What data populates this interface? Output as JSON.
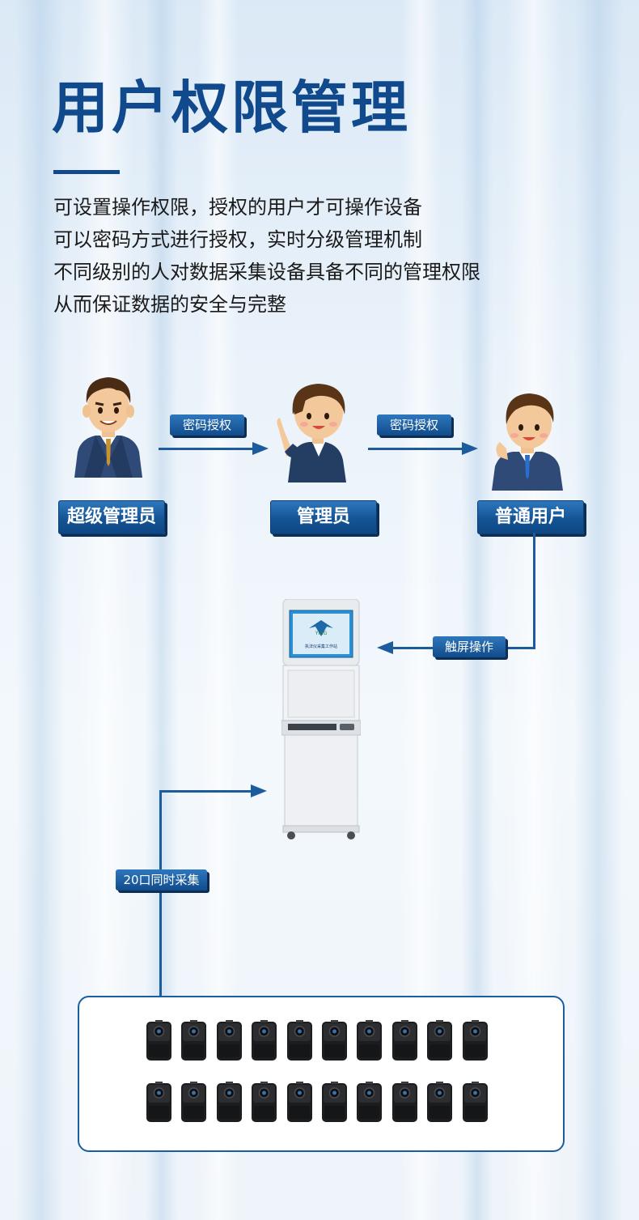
{
  "header": {
    "title": "用户权限管理",
    "description": [
      "可设置操作权限，授权的用户才可操作设备",
      "可以密码方式进行授权，实时分级管理机制",
      "不同级别的人对数据采集设备具备不同的管理权限",
      "从而保证数据的安全与完整"
    ]
  },
  "roles": {
    "super_admin": "超级管理员",
    "admin": "管理员",
    "user": "普通用户"
  },
  "arrows": {
    "auth_1": "密码授权",
    "auth_2": "密码授权",
    "touch": "触屏操作",
    "collect": "20口同时采集"
  },
  "workstation": {
    "screen_label": "执法仪采集工作站",
    "logo_text": "YING"
  },
  "cameras": {
    "rows": 2,
    "per_row": 10
  },
  "colors": {
    "brand_blue": "#114a8c",
    "button_blue": "#155495",
    "line_blue": "#1d5c9c"
  }
}
